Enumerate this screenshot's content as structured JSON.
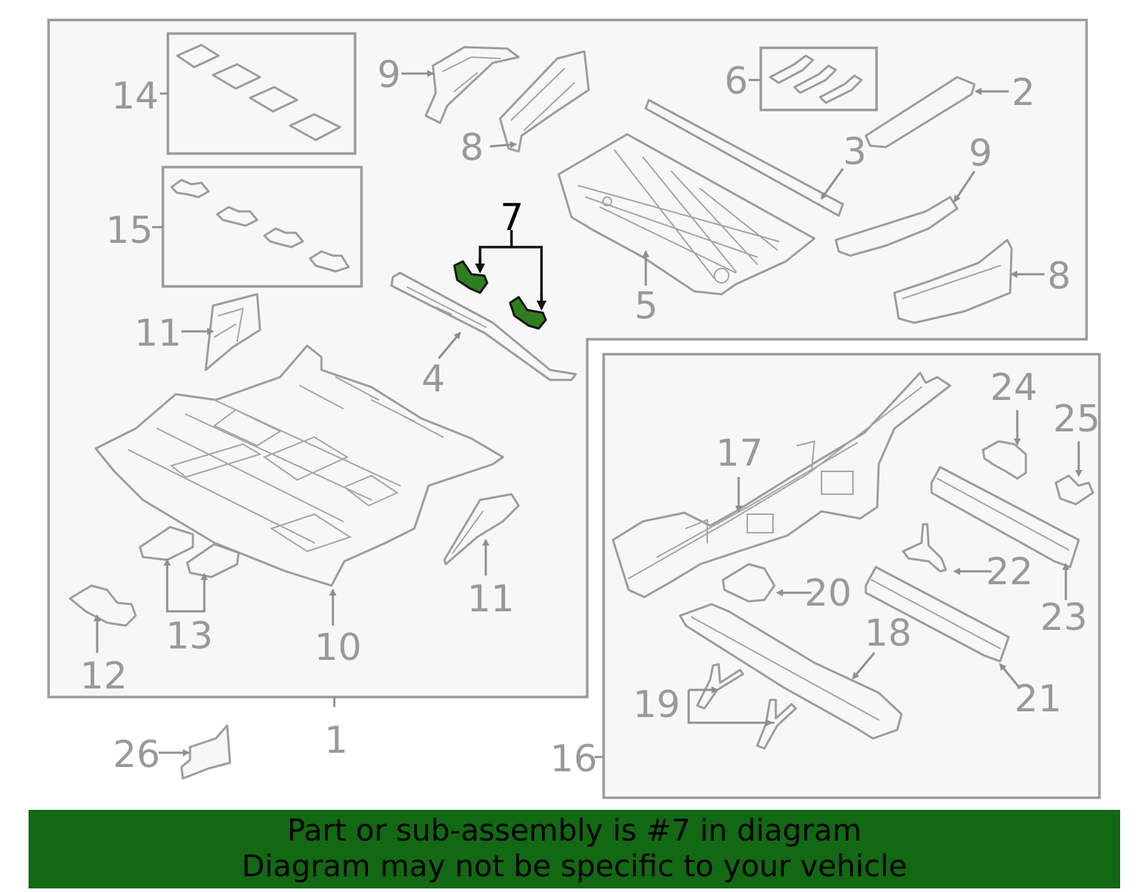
{
  "diagram": {
    "highlighted_part": "7",
    "highlight_color": "#2f7d1f",
    "callouts": [
      "1",
      "2",
      "3",
      "4",
      "5",
      "6",
      "7",
      "8",
      "8",
      "9",
      "9",
      "10",
      "11",
      "11",
      "12",
      "13",
      "14",
      "15",
      "16",
      "17",
      "18",
      "19",
      "20",
      "21",
      "22",
      "23",
      "24",
      "25",
      "26"
    ]
  },
  "banner": {
    "line1": "Part or sub-assembly is #7 in diagram",
    "line2": "Diagram may not be specific to your vehicle",
    "background": "#136813"
  }
}
